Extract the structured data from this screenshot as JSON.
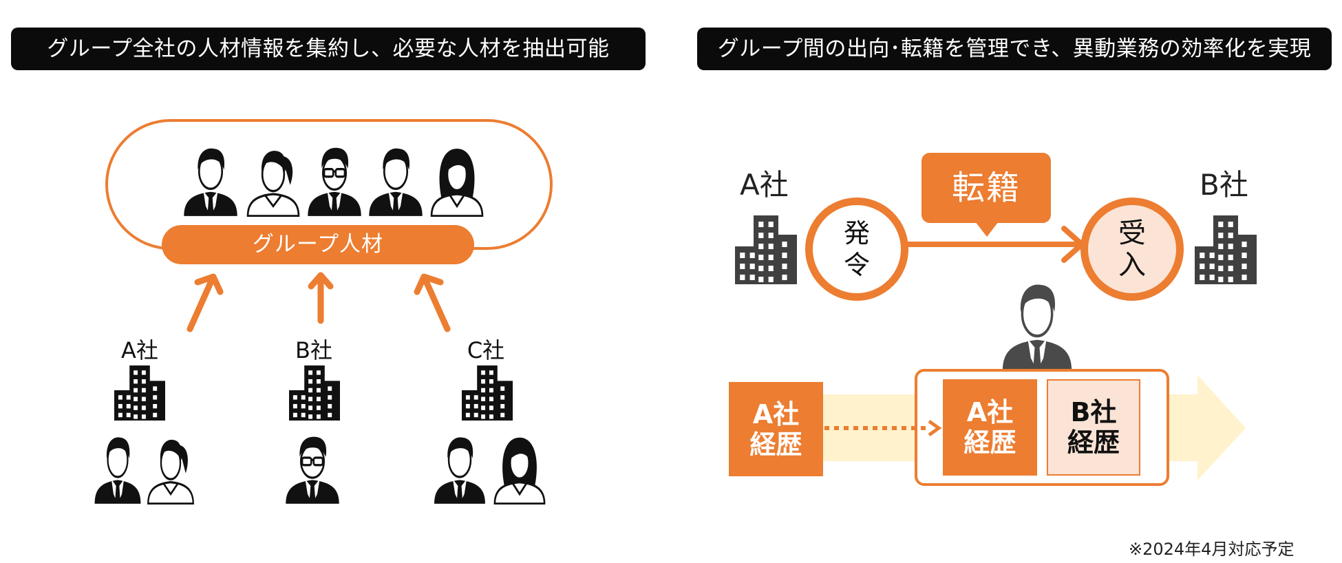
{
  "left_panel": {
    "header": "グループ全社の人材情報を集約し、必要な人材を抽出可能",
    "pool_label": "グループ人材",
    "companies": [
      {
        "label": "A社",
        "icon": "building-icon",
        "people": [
          "businessman-icon",
          "businesswoman-ponytail-icon"
        ]
      },
      {
        "label": "B社",
        "icon": "building-icon",
        "people": [
          "businessman-glasses-icon"
        ]
      },
      {
        "label": "C社",
        "icon": "building-icon",
        "people": [
          "businessman-icon",
          "businesswoman-longhair-icon"
        ]
      }
    ],
    "pool_people": [
      "businessman-icon",
      "businesswoman-ponytail-icon",
      "businessman-glasses-icon",
      "businessman-icon",
      "businesswoman-longhair-icon"
    ]
  },
  "right_panel": {
    "header": "グループ間の出向･転籍を管理でき、異動業務の効率化を実現",
    "company_from": "A社",
    "company_to": "B社",
    "order_line1": "発",
    "order_line2": "令",
    "transfer_label": "転籍",
    "receive_line1": "受",
    "receive_line2": "入",
    "career_a_left_line1": "A社",
    "career_a_left_line2": "経歴",
    "career_a_right_line1": "A社",
    "career_a_right_line2": "経歴",
    "career_b_line1": "B社",
    "career_b_line2": "経歴",
    "note": "※2024年4月対応予定"
  },
  "colors": {
    "accent": "#ec7d31",
    "accent_light": "#fbe4d5",
    "arrow_bg": "#fff2cc",
    "header_bg": "#0b0b0b",
    "building_dark": "#404040"
  }
}
